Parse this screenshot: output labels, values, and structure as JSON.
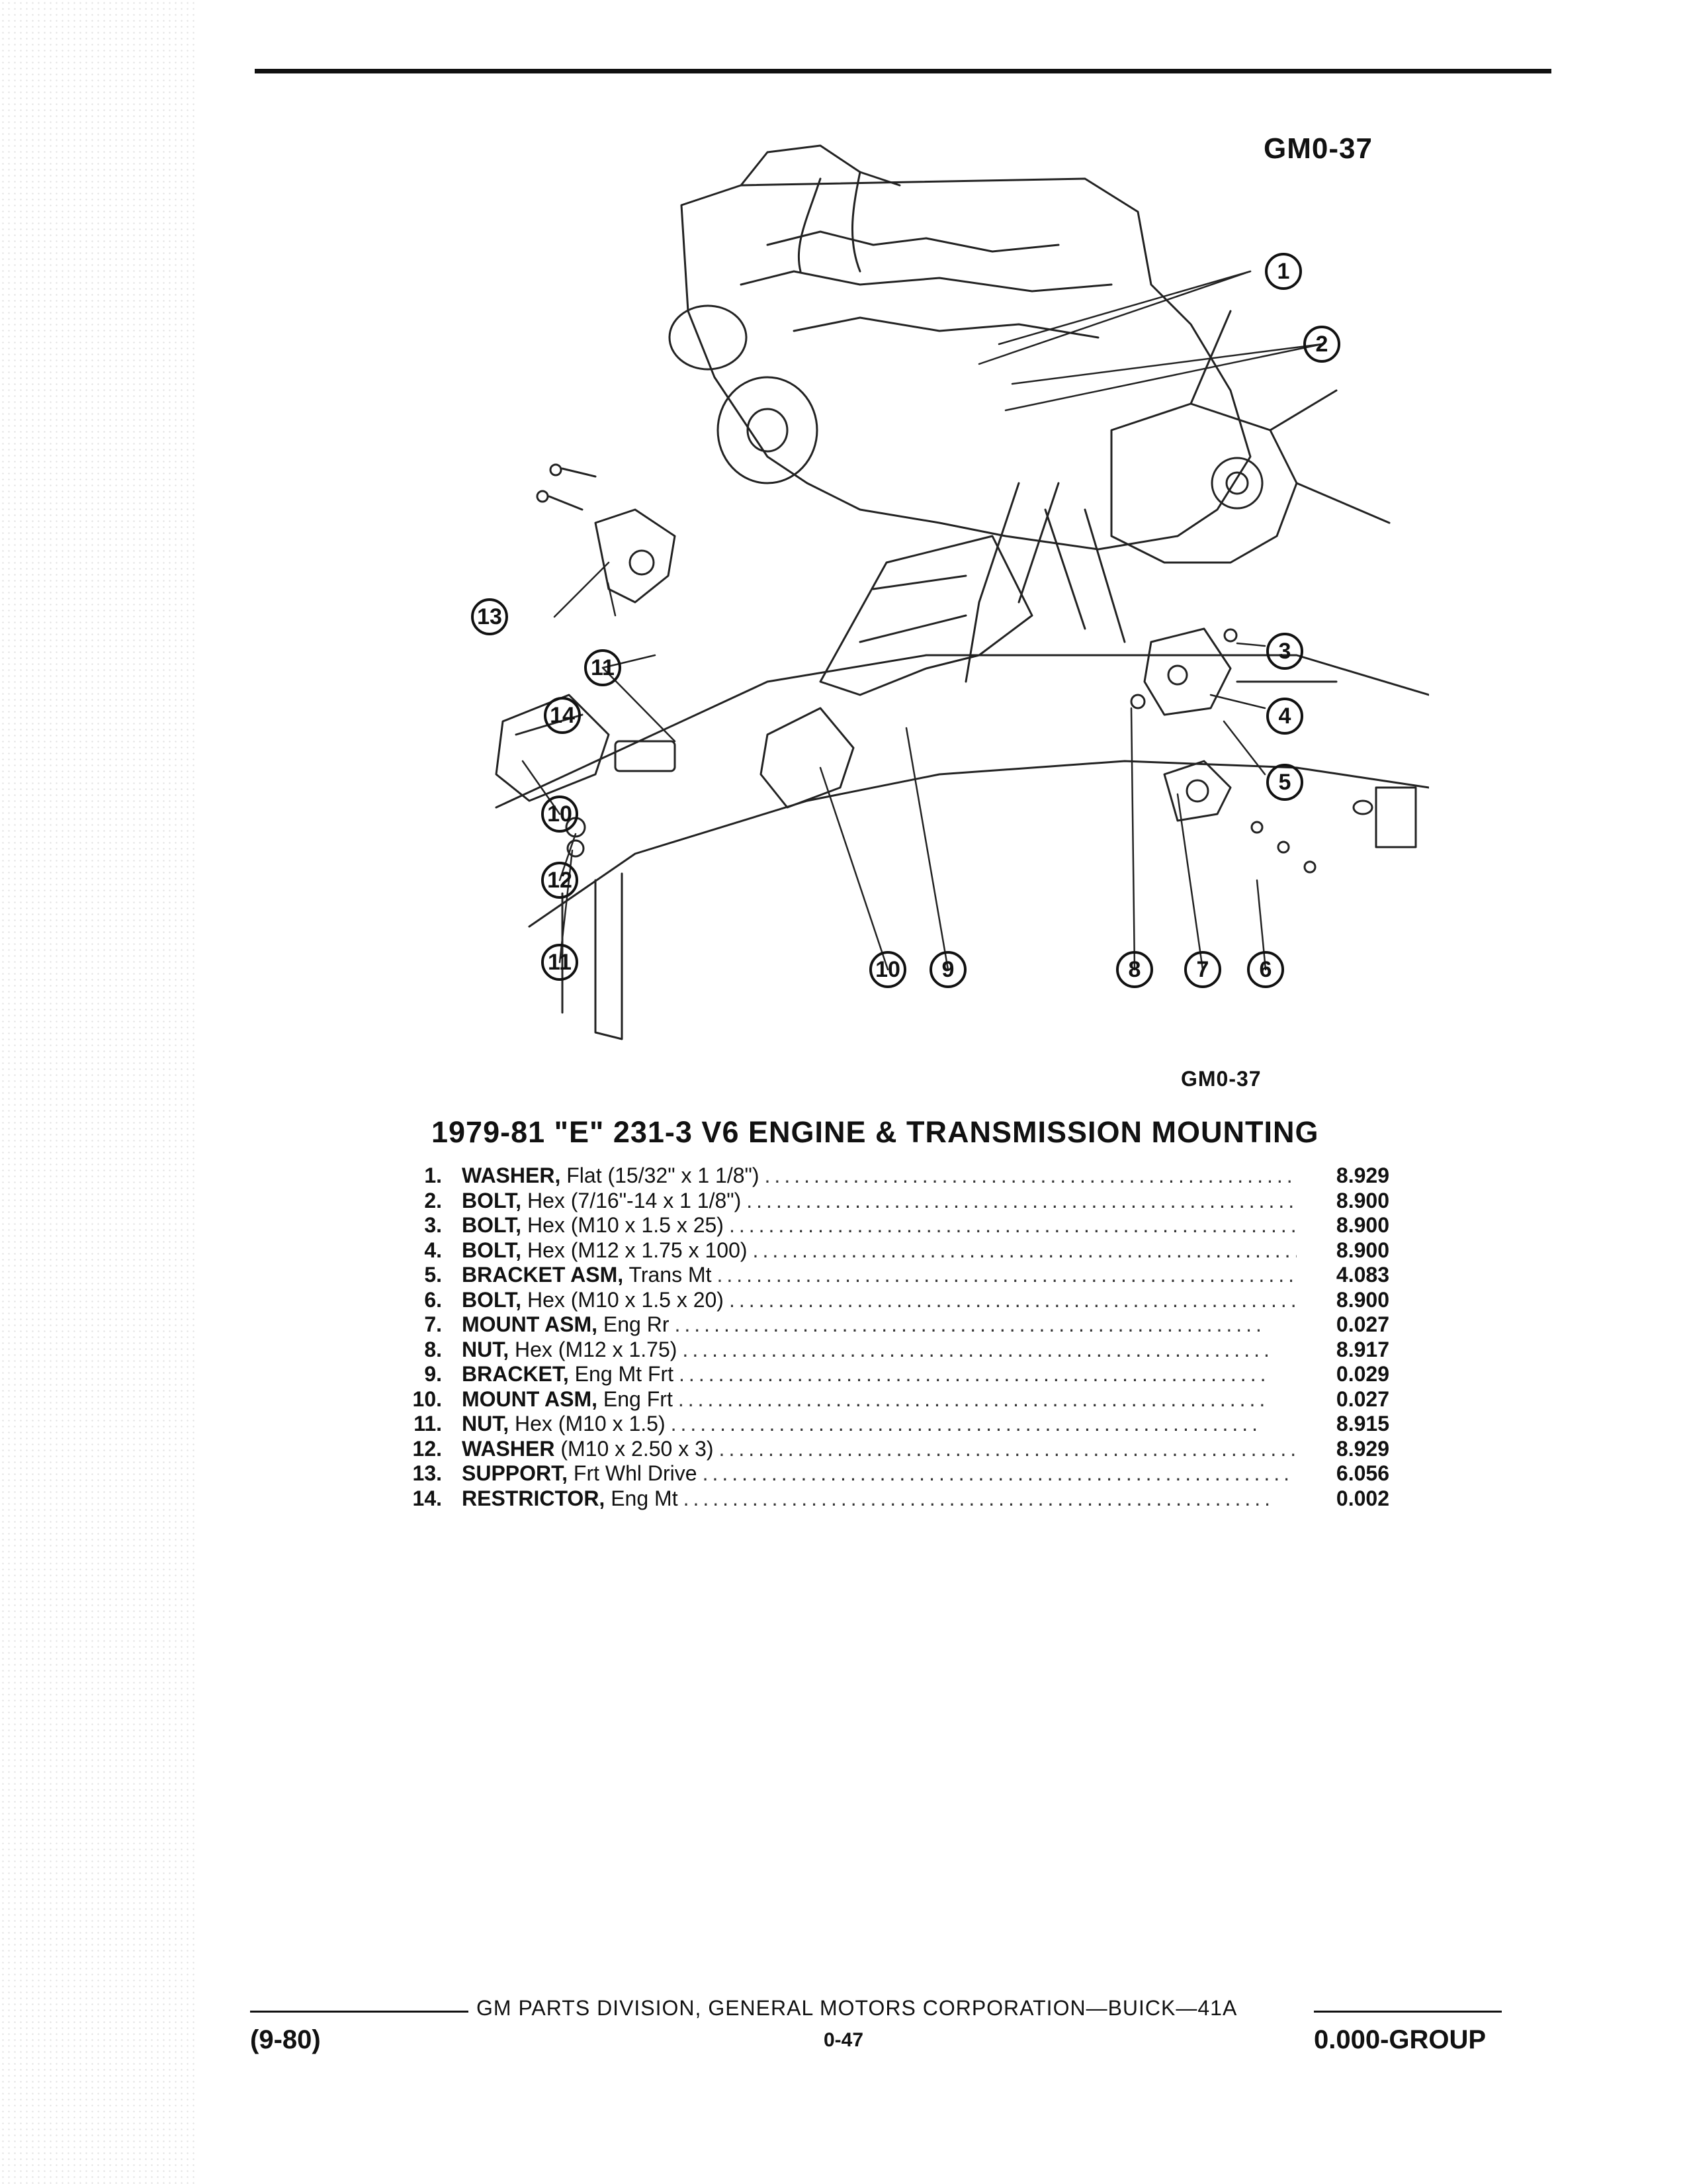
{
  "figure_id_top": "GM0-37",
  "figure_id_bottom": "GM0-37",
  "title": "1979-81 \"E\" 231-3 V6 ENGINE & TRANSMISSION MOUNTING",
  "callouts": [
    "1",
    "2",
    "3",
    "4",
    "5",
    "6",
    "7",
    "8",
    "9",
    "10",
    "10",
    "11",
    "11",
    "12",
    "13",
    "14"
  ],
  "parts": [
    {
      "num": "1.",
      "name": "WASHER,",
      "spec": "Flat (15/32\" x 1 1/8\")",
      "part": "8.929"
    },
    {
      "num": "2.",
      "name": "BOLT,",
      "spec": "Hex (7/16\"-14 x 1 1/8\")",
      "part": "8.900"
    },
    {
      "num": "3.",
      "name": "BOLT,",
      "spec": "Hex (M10 x 1.5 x 25)",
      "part": "8.900"
    },
    {
      "num": "4.",
      "name": "BOLT,",
      "spec": "Hex (M12 x 1.75 x 100)",
      "part": "8.900"
    },
    {
      "num": "5.",
      "name": "BRACKET ASM,",
      "spec": "Trans Mt",
      "part": "4.083"
    },
    {
      "num": "6.",
      "name": "BOLT,",
      "spec": "Hex (M10 x 1.5 x 20)",
      "part": "8.900"
    },
    {
      "num": "7.",
      "name": "MOUNT ASM,",
      "spec": "Eng Rr",
      "part": "0.027"
    },
    {
      "num": "8.",
      "name": "NUT,",
      "spec": "Hex (M12 x 1.75)",
      "part": "8.917"
    },
    {
      "num": "9.",
      "name": "BRACKET,",
      "spec": "Eng Mt Frt",
      "part": "0.029"
    },
    {
      "num": "10.",
      "name": "MOUNT ASM,",
      "spec": "Eng Frt",
      "part": "0.027"
    },
    {
      "num": "11.",
      "name": "NUT,",
      "spec": "Hex (M10 x 1.5)",
      "part": "8.915"
    },
    {
      "num": "12.",
      "name": "WASHER",
      "spec": "(M10 x 2.50 x 3)",
      "part": "8.929"
    },
    {
      "num": "13.",
      "name": "SUPPORT,",
      "spec": "Frt Whl Drive",
      "part": "6.056"
    },
    {
      "num": "14.",
      "name": "RESTRICTOR,",
      "spec": "Eng Mt",
      "part": "0.002"
    }
  ],
  "footer": {
    "line": "GM PARTS DIVISION, GENERAL MOTORS CORPORATION—BUICK—41A",
    "left": "(9-80)",
    "center": "0-47",
    "right": "0.000-GROUP"
  }
}
